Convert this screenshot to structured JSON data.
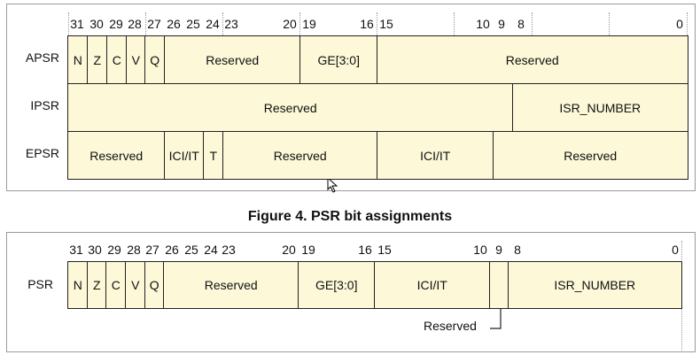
{
  "figure_top": {
    "bits": [
      "31",
      "30",
      "29",
      "28",
      "27",
      "26",
      "25",
      "24",
      "23",
      "20",
      "19",
      "16",
      "15",
      "10",
      "9",
      "8",
      "0"
    ],
    "rows": [
      {
        "name": "APSR",
        "fields": [
          "N",
          "Z",
          "C",
          "V",
          "Q",
          "Reserved",
          "GE[3:0]",
          "Reserved"
        ]
      },
      {
        "name": "IPSR",
        "fields": [
          "Reserved",
          "ISR_NUMBER"
        ]
      },
      {
        "name": "EPSR",
        "fields": [
          "Reserved",
          "ICI/IT",
          "T",
          "Reserved",
          "ICI/IT",
          "Reserved"
        ]
      }
    ]
  },
  "figure_bottom": {
    "title": "Figure 4. PSR bit assignments",
    "bits": [
      "31",
      "30",
      "29",
      "28",
      "27",
      "26",
      "25",
      "24",
      "23",
      "20",
      "19",
      "16",
      "15",
      "10",
      "9",
      "8",
      "0"
    ],
    "row": {
      "name": "PSR",
      "fields": [
        "N",
        "Z",
        "C",
        "V",
        "Q",
        "Reserved",
        "GE[3:0]",
        "ICI/IT",
        "",
        "ISR_NUMBER"
      ]
    },
    "callout": "Reserved"
  },
  "colors": {
    "field_fill": "#fcf8d8",
    "border": "#222222"
  }
}
